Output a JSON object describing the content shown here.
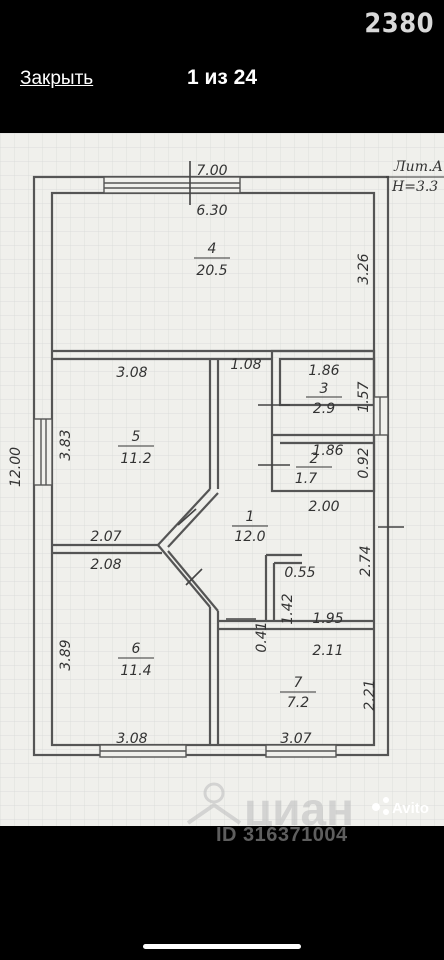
{
  "viewer": {
    "counter": "2380",
    "close_label": "Закрыть",
    "page_count": "1 из 24"
  },
  "plan": {
    "corner_label_top": "Лит.А",
    "corner_label_height": "Н=3.3",
    "overall_height": "12.00",
    "top_outer": "7.00",
    "rooms": [
      {
        "number": "4",
        "area": "20.5"
      },
      {
        "number": "5",
        "area": "11.2"
      },
      {
        "number": "3",
        "area": "2.9"
      },
      {
        "number": "2",
        "area": "1.7"
      },
      {
        "number": "1",
        "area": "12.0"
      },
      {
        "number": "6",
        "area": "11.4"
      },
      {
        "number": "7",
        "area": "7.2"
      }
    ],
    "dimensions": {
      "d_630": "6.30",
      "d_326": "3.26",
      "d_308_top": "3.08",
      "d_108": "1.08",
      "d_186_a": "1.86",
      "d_157": "1.57",
      "d_383": "3.83",
      "d_186_b": "1.86",
      "d_092": "0.92",
      "d_200": "2.00",
      "d_207": "2.07",
      "d_208": "2.08",
      "d_274": "2.74",
      "d_055": "0.55",
      "d_142": "1.42",
      "d_195": "1.95",
      "d_041": "0.41",
      "d_211": "2.11",
      "d_389": "3.89",
      "d_221": "2.21",
      "d_308_bottom": "3.08",
      "d_307": "3.07"
    }
  },
  "watermark": {
    "avito": "Avito",
    "cian": "циан",
    "listing_id": "ID 316371004"
  }
}
